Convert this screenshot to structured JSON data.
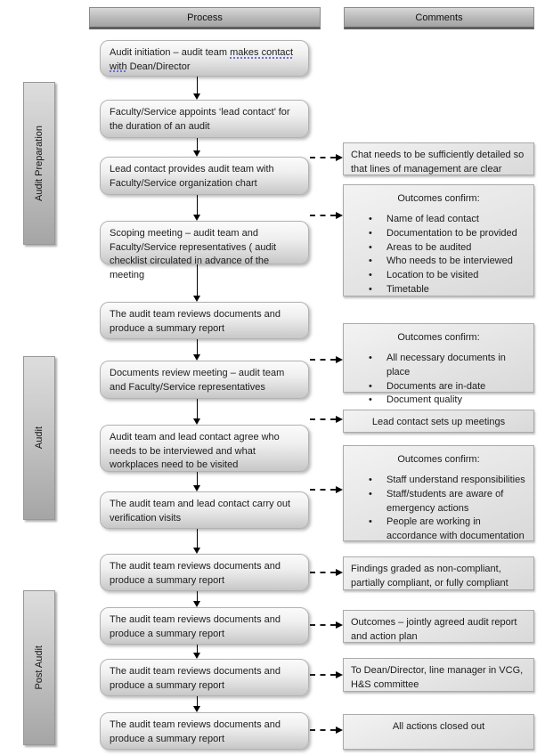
{
  "header": {
    "process_label": "Process",
    "comments_label": "Comments"
  },
  "phases": [
    {
      "label": "Audit Preparation"
    },
    {
      "label": "Audit"
    },
    {
      "label": "Post Audit"
    }
  ],
  "process_boxes": [
    {
      "text_before": "Audit initiation – audit team ",
      "text_marked": "makes contact with",
      "text_after": " Dean/Director"
    },
    {
      "text": "Faculty/Service appoints ‘lead contact’ for the duration of an audit"
    },
    {
      "text": "Lead contact provides audit team with Faculty/Service organization chart"
    },
    {
      "text": "Scoping meeting – audit team and Faculty/Service representatives ( audit checklist circulated in advance of the meeting"
    },
    {
      "text": "The audit team reviews documents and produce a summary report"
    },
    {
      "text": "Documents review meeting – audit team and Faculty/Service representatives"
    },
    {
      "text": "Audit team and lead contact agree who needs to be interviewed and what workplaces need to be visited"
    },
    {
      "text": "The audit team and lead contact carry out verification visits"
    },
    {
      "text": "The audit team reviews documents and produce a summary report"
    },
    {
      "text": "The audit team reviews documents and produce a summary report"
    },
    {
      "text": "The audit team reviews documents and produce a summary report"
    },
    {
      "text": "The audit team reviews documents and produce a summary report"
    }
  ],
  "comments": [
    {
      "text": "Chat needs to be sufficiently detailed so that lines of management are clear"
    },
    {
      "title": "Outcomes confirm:",
      "bullets": [
        "Name of lead contact",
        "Documentation to be provided",
        "Areas to be audited",
        "Who needs to be interviewed",
        "Location to be visited",
        "Timetable"
      ]
    },
    {
      "title": "Outcomes confirm:",
      "bullets": [
        "All necessary documents in place",
        "Documents are in-date",
        "Document quality"
      ]
    },
    {
      "text": "Lead contact sets up meetings"
    },
    {
      "title": "Outcomes confirm:",
      "bullets": [
        "Staff understand responsibilities",
        "Staff/students are aware of emergency actions",
        "People are working in accordance with documentation"
      ]
    },
    {
      "text": "Findings graded as non-compliant, partially compliant, or fully compliant"
    },
    {
      "text": "Outcomes – jointly agreed audit report and action plan"
    },
    {
      "text": "To Dean/Director, line manager in VCG, H&S committee"
    },
    {
      "text": "All actions closed out"
    }
  ],
  "colors": {
    "spellcheck_underline": "#6b6be0",
    "header_fill_top": "#d8d8d8",
    "header_fill_bottom": "#a2a2a2",
    "box_border": "#aaaaaa",
    "arrow": "#000000"
  }
}
